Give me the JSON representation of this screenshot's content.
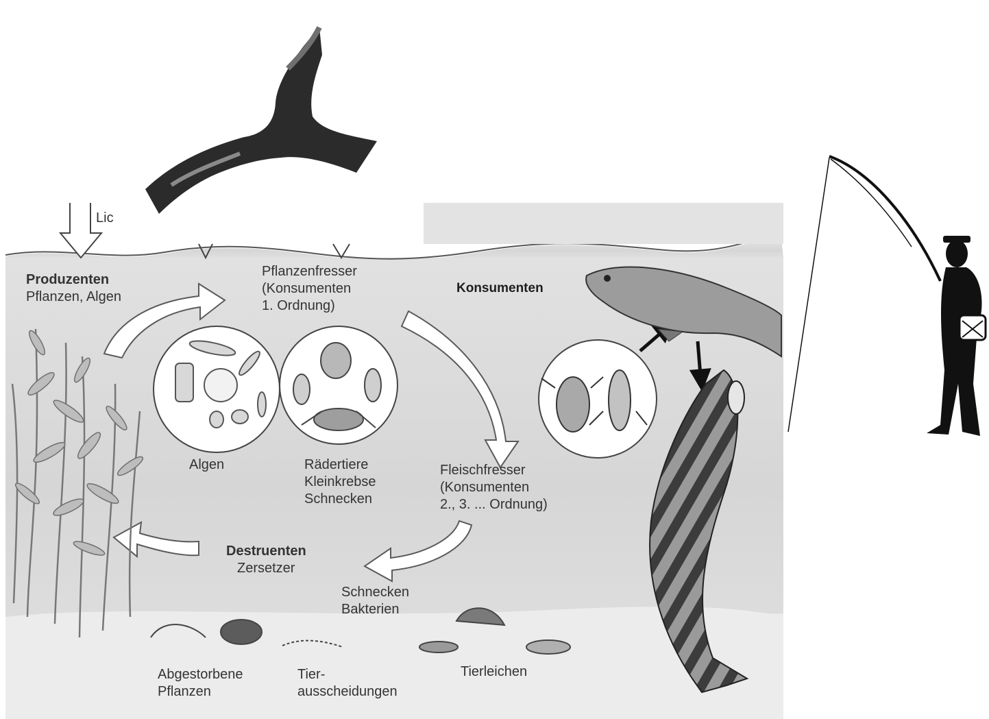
{
  "diagram": {
    "light_label": "Lic",
    "producers": {
      "title": "Produzenten",
      "subtitle": "Pflanzen, Algen"
    },
    "herbivores": {
      "line1": "Pflanzenfresser",
      "line2": "(Konsumenten",
      "line3": "1. Ordnung)"
    },
    "consumers": {
      "title": "Konsumenten"
    },
    "algae": {
      "label": "Algen"
    },
    "zooplankton": {
      "line1": "Rädertiere",
      "line2": "Kleinkrebse",
      "line3": "Schnecken"
    },
    "carnivores": {
      "line1": "Fleischfresser",
      "line2": "(Konsumenten",
      "line3": "2., 3. ... Ordnung)"
    },
    "decomposers": {
      "title": "Destruenten",
      "subtitle": "Zersetzer"
    },
    "decomposer_examples": {
      "line1": "Schnecken",
      "line2": "Bakterien"
    },
    "dead_plants": {
      "line1": "Abgestorbene",
      "line2": "Pflanzen"
    },
    "excretions": {
      "line1": "Tier-",
      "line2": "ausscheidungen"
    },
    "carcasses": {
      "label": "Tierleichen"
    }
  },
  "colors": {
    "water": "#d9d9d9",
    "water_light": "#e9e9e9",
    "ink": "#2a2a2a",
    "arrow_fill": "#ffffff"
  }
}
